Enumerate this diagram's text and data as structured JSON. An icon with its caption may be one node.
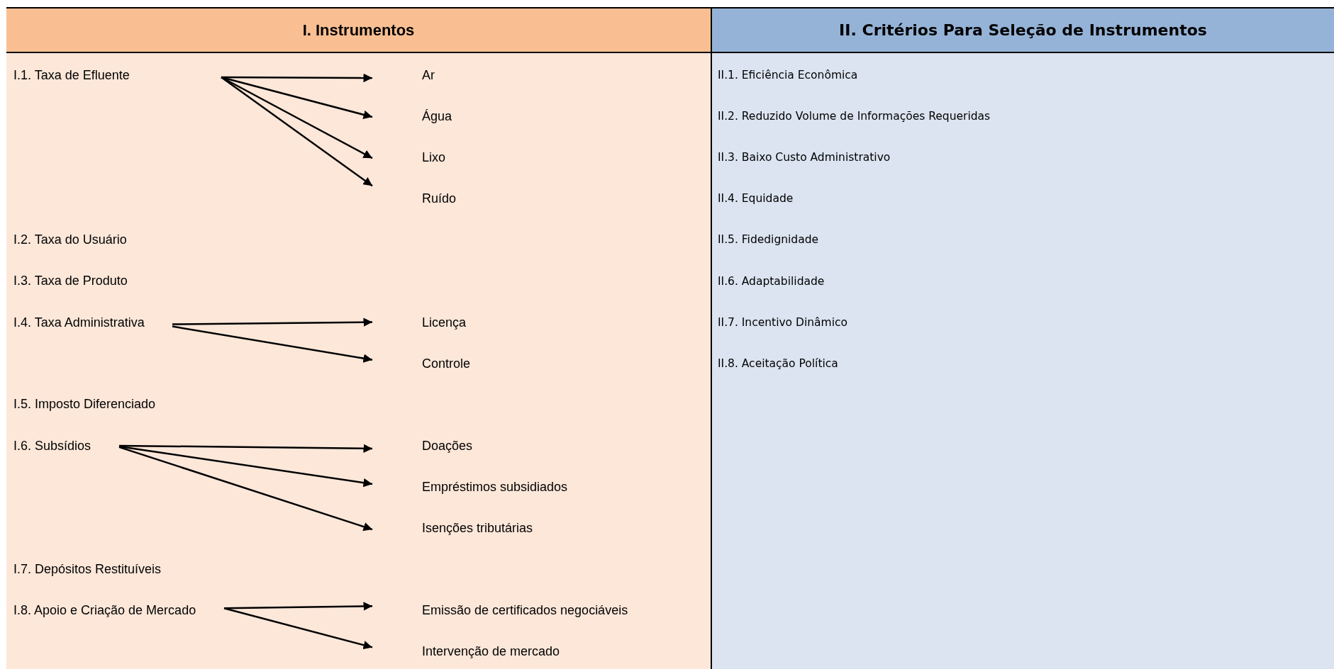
{
  "diagram": {
    "nodes": [
      {
        "text": [
          "I. Instrumentos"
        ]
      },
      {
        "text": [
          "I.1. Taxa de Efluente"
        ],
        "in": 0
      },
      {
        "text": [
          "Ar"
        ],
        "in": 0
      },
      {
        "text": [
          "Água"
        ],
        "in": 0
      },
      {
        "text": [
          "Lixo"
        ],
        "in": 0
      },
      {
        "text": [
          "Ruído"
        ],
        "in": 0
      },
      {
        "text": [
          "I.2. Taxa do Usuário"
        ],
        "in": 0
      },
      {
        "text": [
          "I.3. Taxa de Produto"
        ],
        "in": 0
      },
      {
        "text": [
          "I.4. Taxa Administrativa"
        ],
        "in": 0
      },
      {
        "text": [
          "Licença"
        ],
        "in": 0
      },
      {
        "text": [
          "Controle"
        ],
        "in": 0
      },
      {
        "text": [
          "I.5. Imposto Diferenciado"
        ],
        "in": 0
      },
      {
        "text": [
          "I.6. Subsídios"
        ],
        "in": 0
      },
      {
        "text": [
          "Doações"
        ],
        "in": 0
      },
      {
        "text": [
          "Empréstimos subsidiados"
        ],
        "in": 0
      },
      {
        "text": [
          "Isenções tributárias"
        ],
        "in": 0
      },
      {
        "text": [
          "I.7. Depósitos Restituíveis"
        ],
        "in": 0
      },
      {
        "text": [
          "I.8. Apoio e Criação de Mercado"
        ],
        "in": 0
      },
      {
        "text": [
          "Emissão de certificados negociáveis"
        ],
        "in": 0
      },
      {
        "text": [
          "Intervenção de mercado"
        ],
        "in": 0
      },
      {
        "text": [
          "II. Critérios Para Seleção de Instrumentos"
        ]
      },
      {
        "text": [
          "II.1. Eficiência Econômica"
        ],
        "in": 20
      },
      {
        "text": [
          "II.2. Reduzido Volume de Informações Requeridas"
        ],
        "in": 20
      },
      {
        "text": [
          "II.3. Baixo Custo Administrativo"
        ],
        "in": 20
      },
      {
        "text": [
          "II.4. Equidade"
        ],
        "in": 20
      },
      {
        "text": [
          "II.5. Fidedignidade"
        ],
        "in": 20
      },
      {
        "text": [
          "II.6. Adaptabilidade"
        ],
        "in": 20
      },
      {
        "text": [
          "II.7. Incentivo Dinâmico"
        ],
        "in": 20
      },
      {
        "text": [
          "II.8. Aceitação Política"
        ],
        "in": 20
      }
    ],
    "edges": [
      {
        "from": 1,
        "to": 2,
        "arrow": "to"
      },
      {
        "from": 1,
        "to": 3,
        "arrow": "to"
      },
      {
        "from": 1,
        "to": 4,
        "arrow": "to"
      },
      {
        "from": 1,
        "to": 5,
        "arrow": "to"
      },
      {
        "from": 8,
        "to": 9,
        "arrow": "to"
      },
      {
        "from": 8,
        "to": 10,
        "arrow": "to"
      },
      {
        "from": 12,
        "to": 13,
        "arrow": "to"
      },
      {
        "from": 12,
        "to": 14,
        "arrow": "to"
      },
      {
        "from": 12,
        "to": 15,
        "arrow": "to"
      },
      {
        "from": 17,
        "to": 18,
        "arrow": "to"
      },
      {
        "from": 17,
        "to": 19,
        "arrow": "to"
      }
    ]
  }
}
